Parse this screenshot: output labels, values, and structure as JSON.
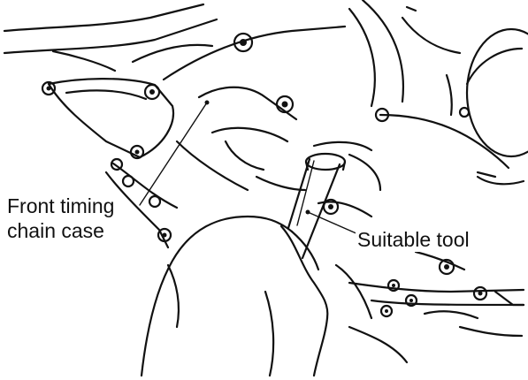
{
  "callouts": {
    "front_timing_chain_case": [
      "Front timing",
      "chain case"
    ],
    "suitable_tool": "Suitable tool"
  }
}
